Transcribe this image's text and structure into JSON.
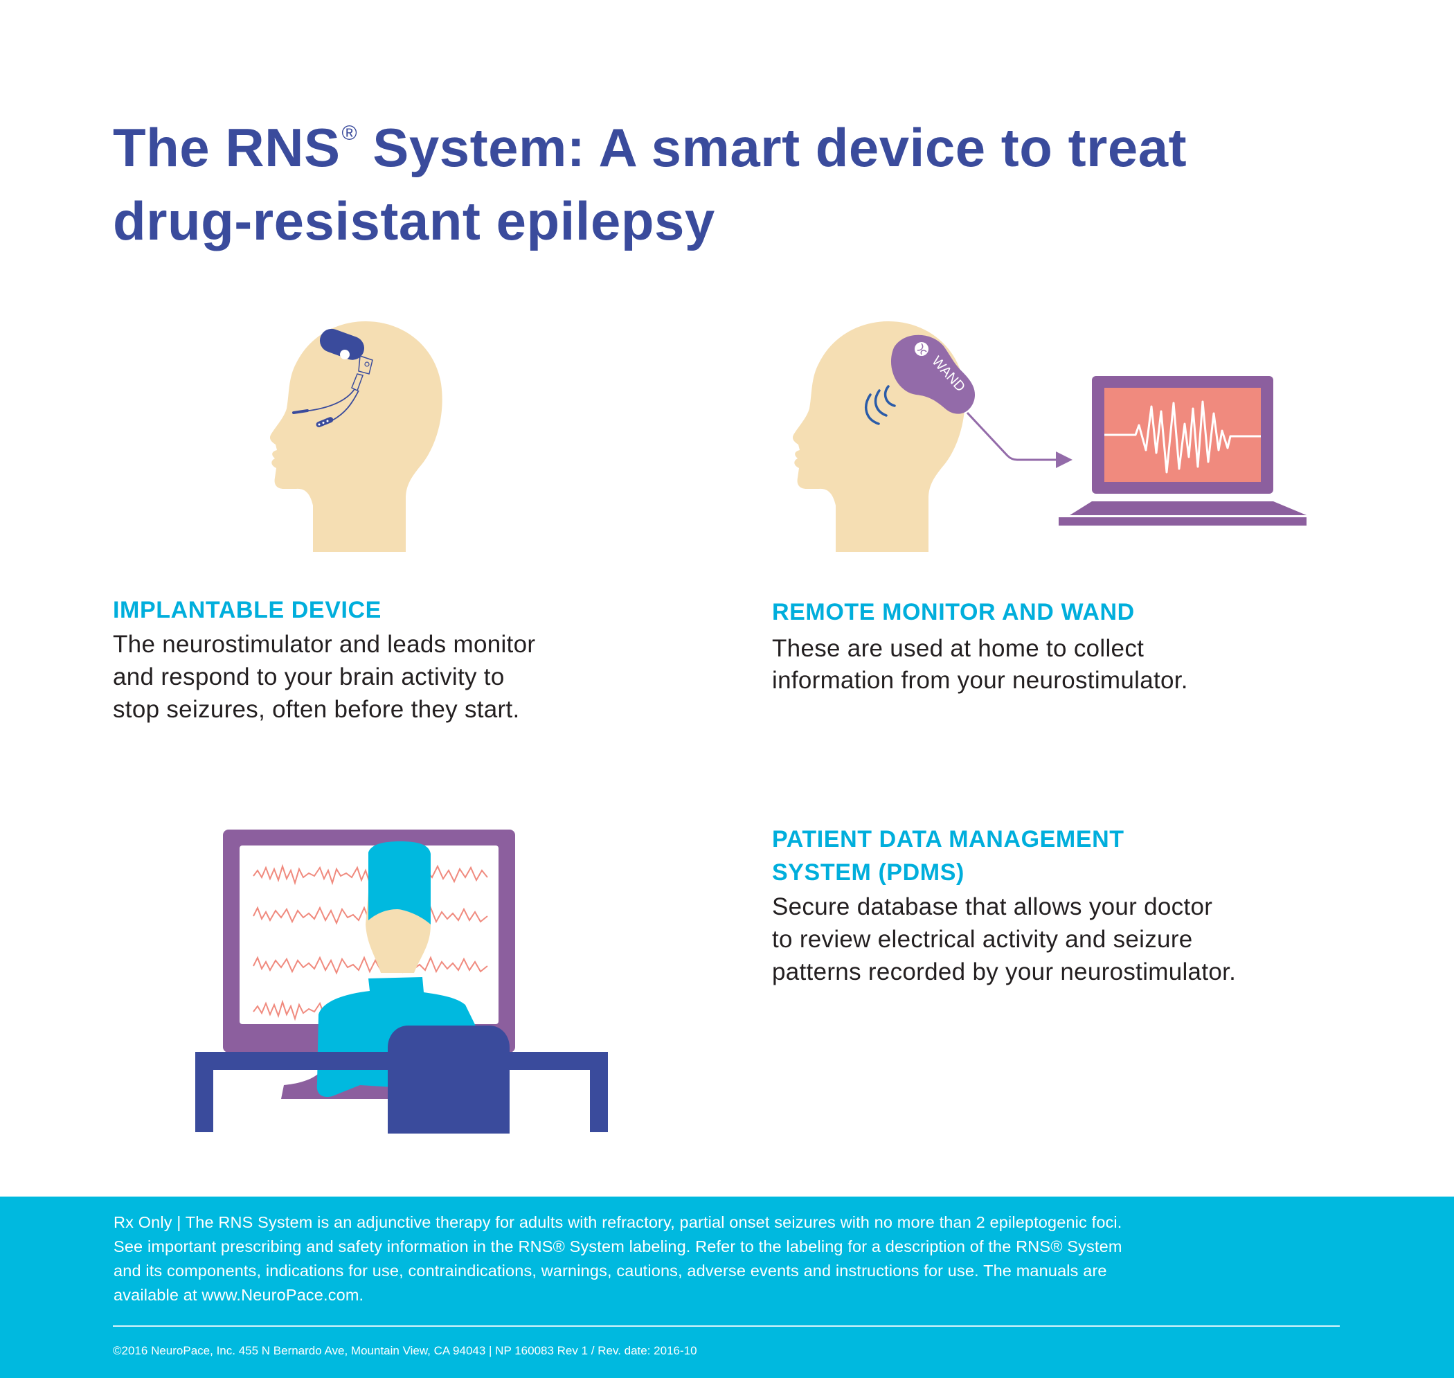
{
  "title": {
    "line1_pre": "The RNS",
    "registered": "®",
    "line1_post": " System: A smart device to treat",
    "line2": "drug-resistant epilepsy"
  },
  "colors": {
    "title_blue": "#3A4B9C",
    "heading_cyan": "#00AEDC",
    "footer_bg": "#00B9DF",
    "skin": "#F5DEB3",
    "purple": "#8C5F9E",
    "salmon": "#F08A7E",
    "navy": "#3A4B9C"
  },
  "sections": [
    {
      "heading": "IMPLANTABLE DEVICE",
      "body_lines": [
        "The neurostimulator and leads monitor",
        "and respond to your brain activity to",
        "stop seizures, often before they start."
      ],
      "illustration": "head-with-implant-icon"
    },
    {
      "heading": "REMOTE MONITOR AND WAND",
      "body_lines": [
        "These are used at home to collect",
        "information from your neurostimulator."
      ],
      "illustration": "head-with-wand-and-laptop-icon",
      "wand_label": "WAND"
    },
    {
      "heading_lines": [
        "PATIENT DATA MANAGEMENT",
        "SYSTEM (PDMS)"
      ],
      "body_lines": [
        "Secure database that allows your doctor",
        "to review electrical activity and seizure",
        "patterns recorded by your neurostimulator."
      ],
      "illustration": "doctor-at-monitor-icon"
    }
  ],
  "footer": {
    "lines": [
      "Rx Only | The RNS System is an adjunctive therapy for adults with refractory, partial onset seizures with no more than 2 epileptogenic foci.",
      "See important prescribing and safety information in the RNS® System labeling. Refer to the labeling for a description of the RNS® System",
      "and its components, indications for use, contraindications, warnings, cautions, adverse events and instructions for use. The manuals are",
      "available at www.NeuroPace.com."
    ],
    "copyright": "©2016 NeuroPace, Inc. 455 N Bernardo Ave, Mountain View, CA 94043 | NP 160083 Rev 1 / Rev. date: 2016-10"
  }
}
